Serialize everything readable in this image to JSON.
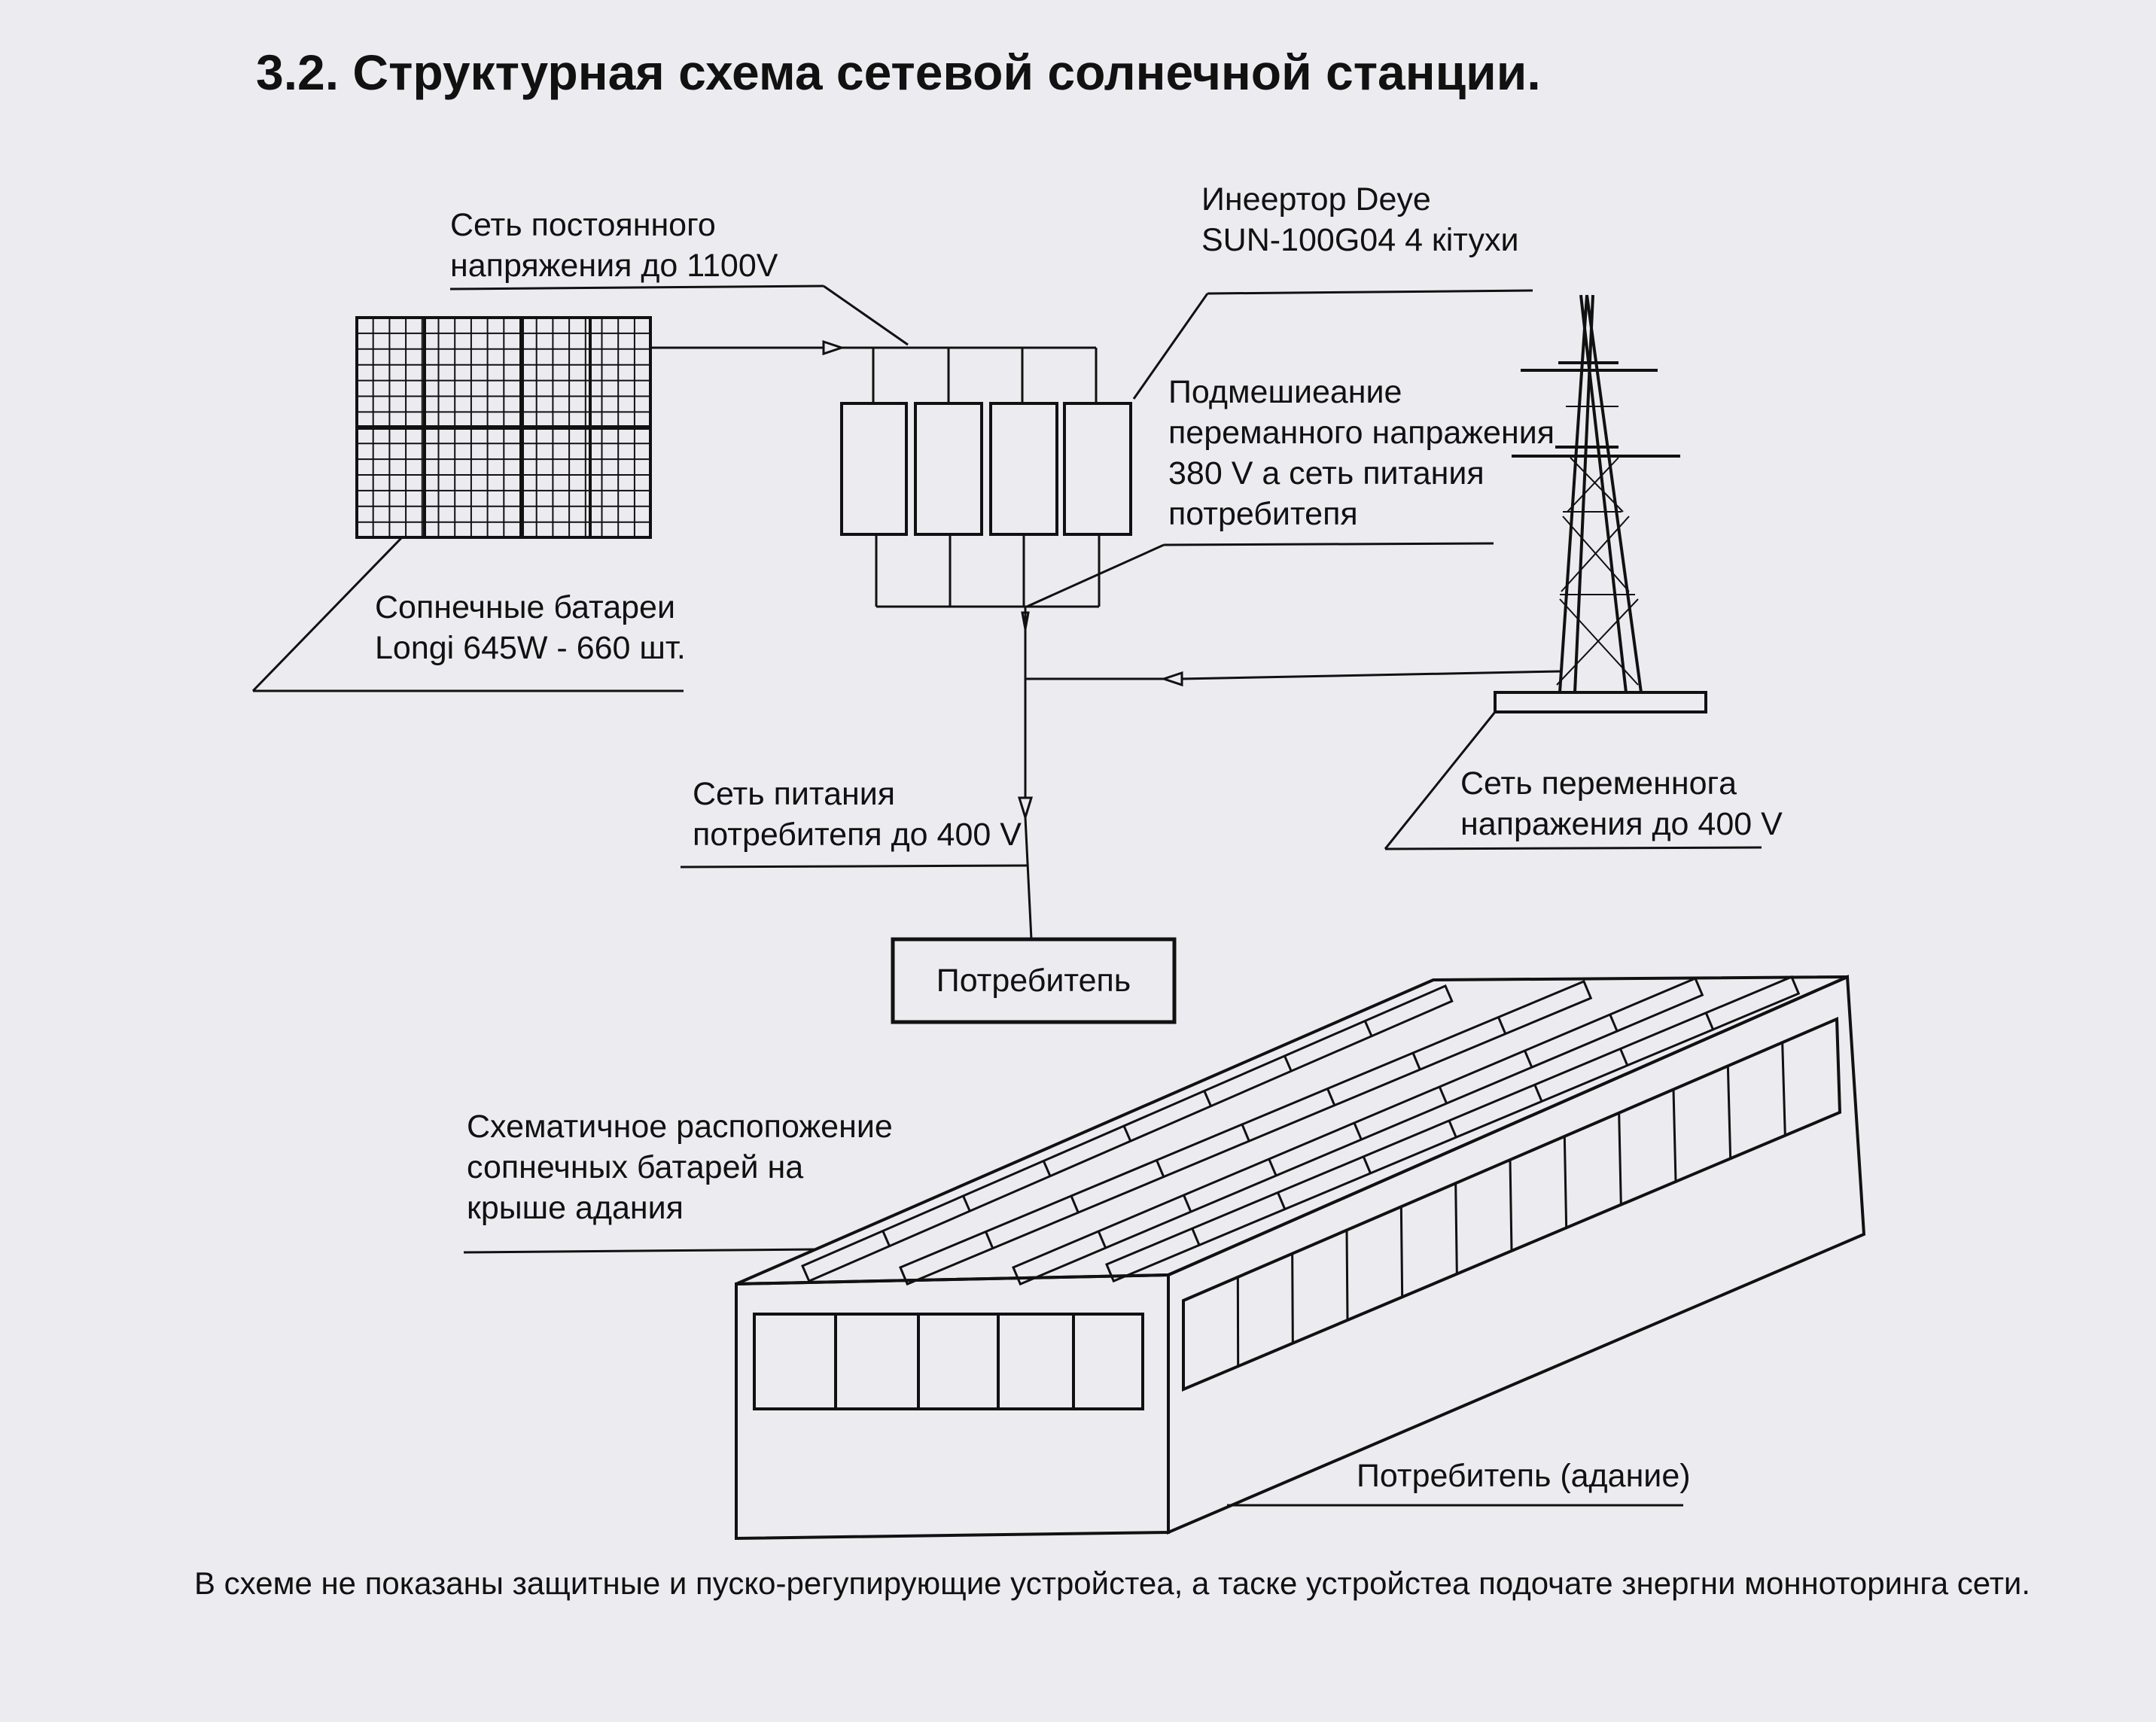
{
  "title": "3.2. Структурная схема сетевой солнечной станции.",
  "labels": {
    "dc_network": [
      "Сеть постоянного",
      "напряжения до 1100V"
    ],
    "inverter": [
      "Инеертор Deye",
      "SUN-100G04 4 кітухи"
    ],
    "ac_connection": [
      "Подмешиеание",
      "переманного напражения",
      "380 V а сеть питания",
      "потребитепя"
    ],
    "solar_panels": [
      "Сопнечные батареи",
      "Longi 645W - 660 шт."
    ],
    "consumer_network": [
      "Сеть питания",
      "потребитепя до 400 V"
    ],
    "ac_grid": [
      "Сеть переменногa",
      "напражения до 400 V"
    ],
    "roof_layout": [
      "Схематичное распопожение",
      "сопнечных батарей на",
      "крыше адания"
    ],
    "building": "Потребитепь (адание)"
  },
  "consumer_box": "Потребитепь",
  "footnote": "В схеме не показаны защитные и пуско-регупирующие устройстеа, а таске устройстеа подочате знергни монноторинга сети."
}
